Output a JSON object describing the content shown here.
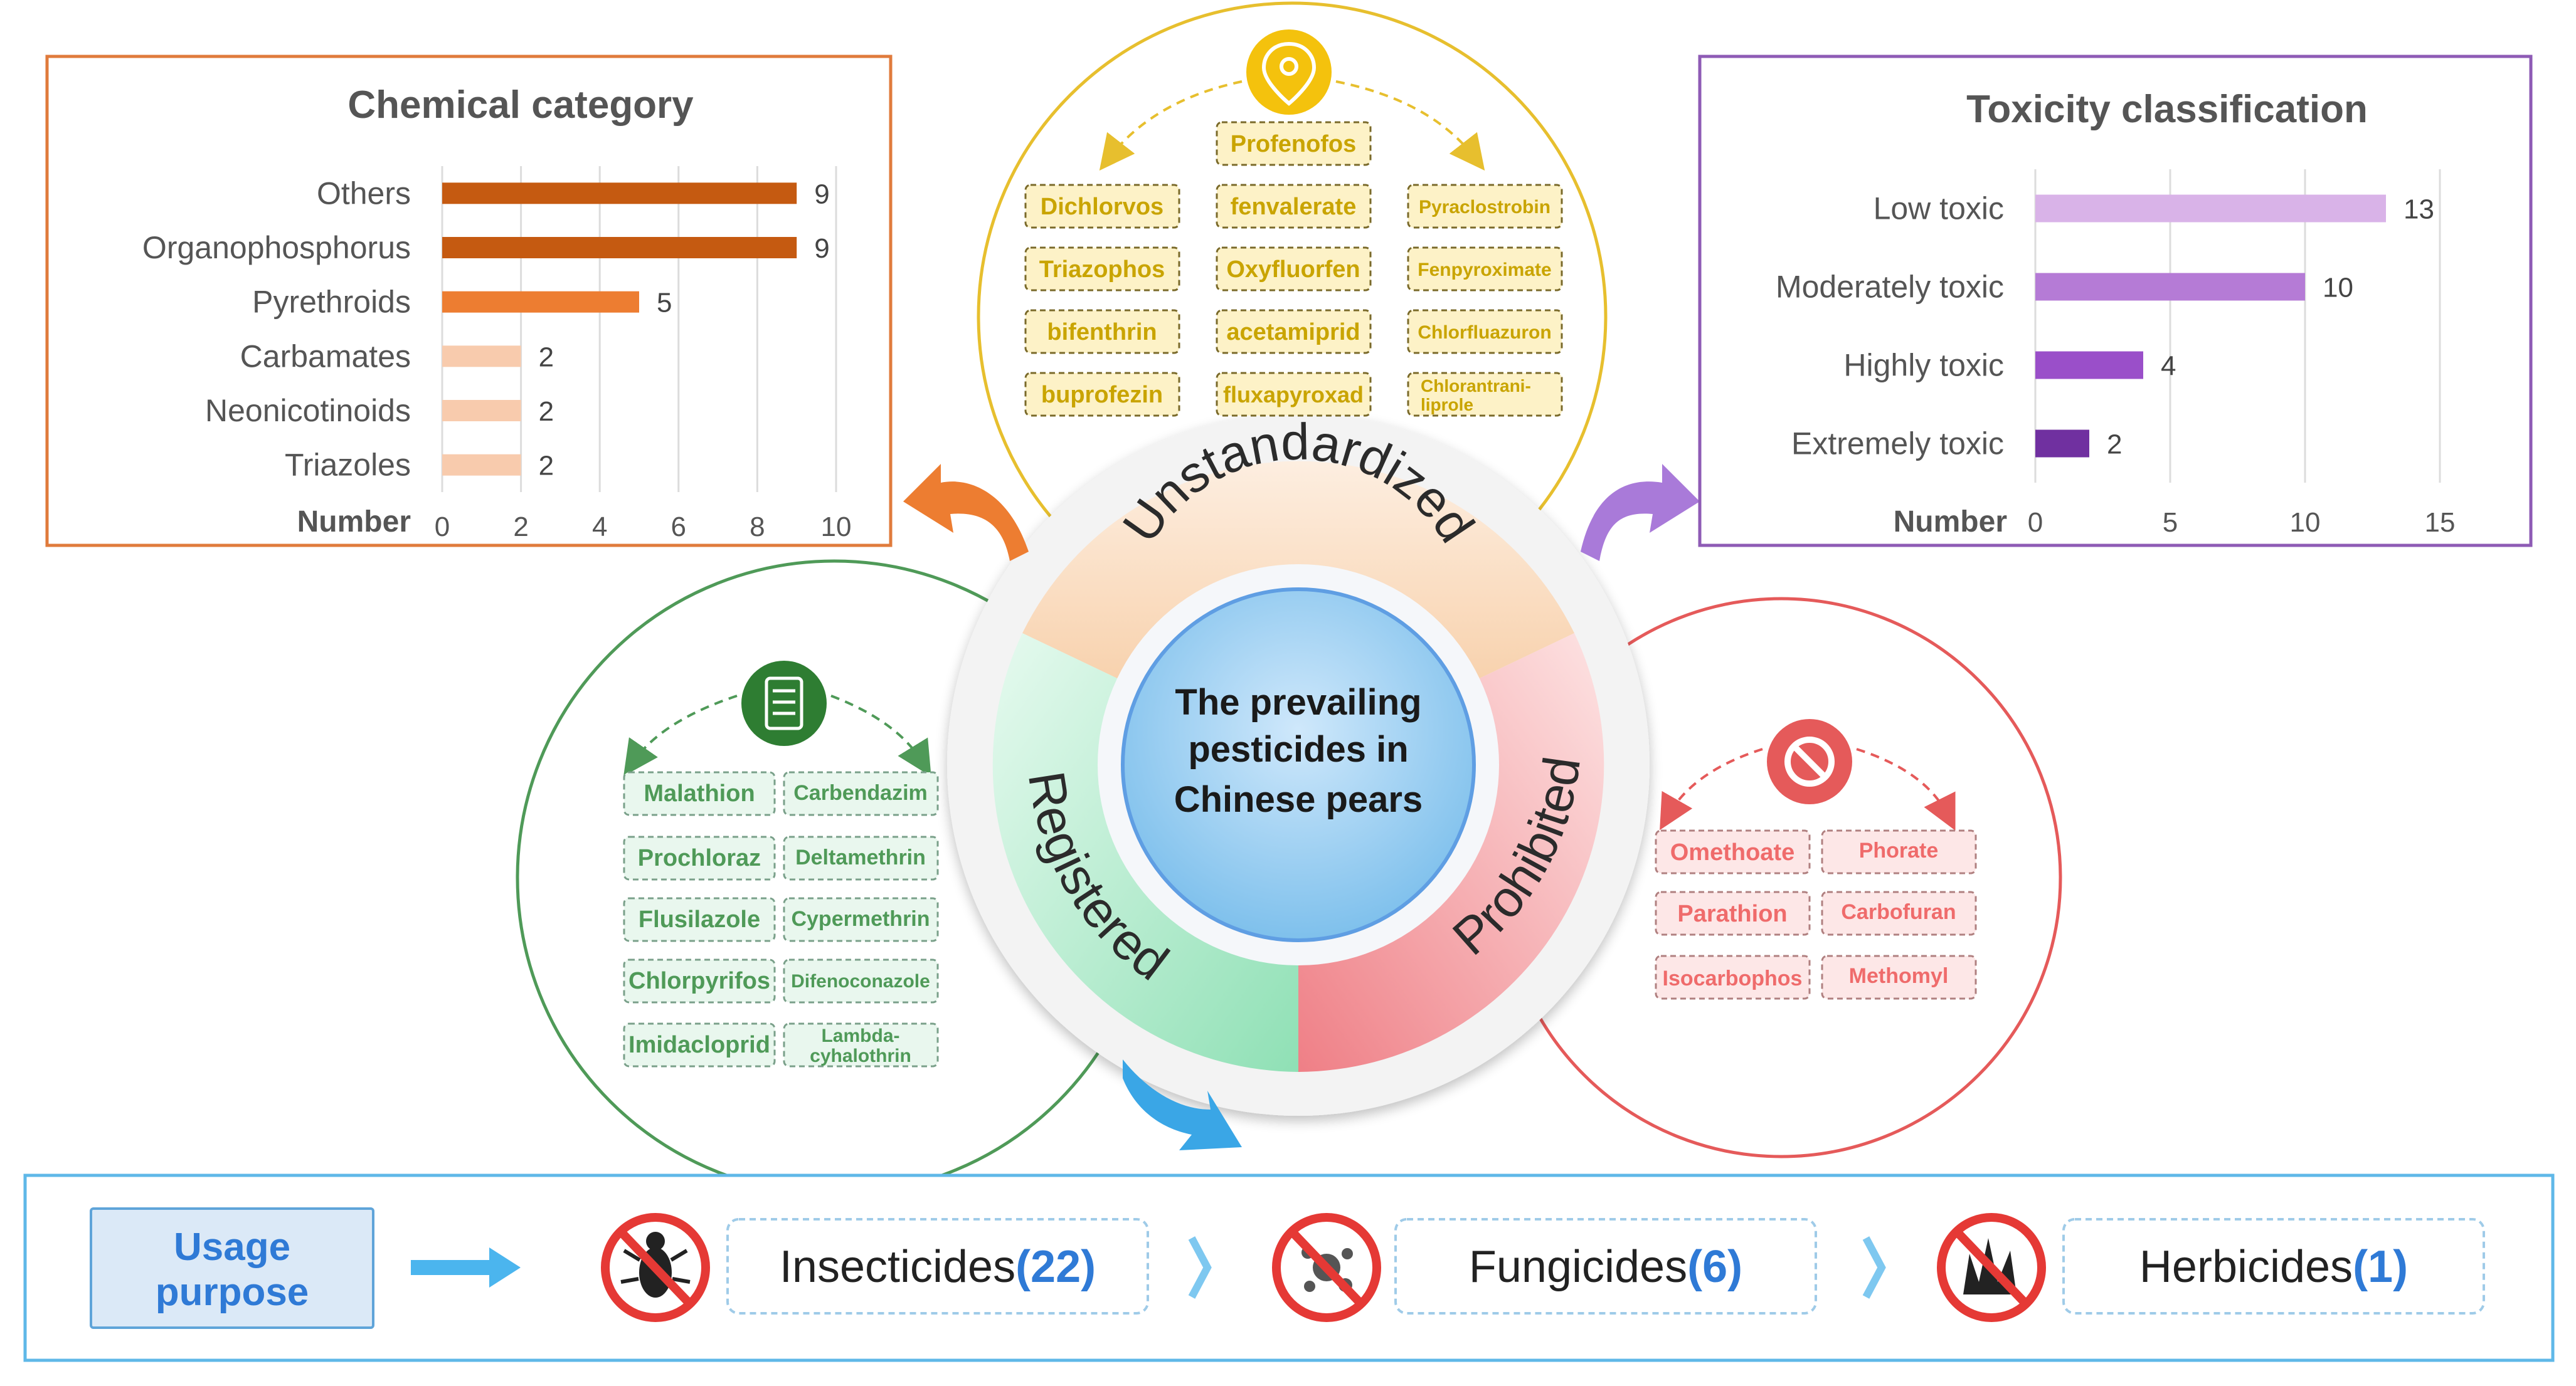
{
  "center": {
    "line1": "The prevailing",
    "line2": "pesticides in",
    "line3": "Chinese pears"
  },
  "ring": {
    "top": "Unstandardized",
    "left": "Registered",
    "right": "Prohibited"
  },
  "unstandardized": {
    "items": [
      "Profenofos",
      "Dichlorvos",
      "fenvalerate",
      "Pyraclostrobin",
      "Triazophos",
      "Oxyfluorfen",
      "Fenpyroximate",
      "bifenthrin",
      "acetamiprid",
      "Chlorfluazuron",
      "buprofezin",
      "fluxapyroxad",
      "Chlorantrani-",
      "liprole"
    ]
  },
  "registered": {
    "items": [
      "Malathion",
      "Carbendazim",
      "Prochloraz",
      "Deltamethrin",
      "Flusilazole",
      "Cypermethrin",
      "Chlorpyrifos",
      "Difenoconazole",
      "Imidacloprid",
      "Lambda-",
      "cyhalothrin"
    ]
  },
  "prohibited": {
    "items": [
      "Omethoate",
      "Phorate",
      "Parathion",
      "Carbofuran",
      "Isocarbophos",
      "Methomyl"
    ]
  },
  "chart_data": [
    {
      "type": "bar",
      "orientation": "horizontal",
      "title": "Chemical category",
      "categories": [
        "Others",
        "Organophosphorus",
        "Pyrethroids",
        "Carbamates",
        "Neonicotinoids",
        "Triazoles"
      ],
      "values": [
        9,
        9,
        5,
        2,
        2,
        2
      ],
      "xlabel": "Number",
      "xlim": [
        0,
        10
      ],
      "xticks": [
        0,
        2,
        4,
        6,
        8,
        10
      ],
      "colors": [
        "#c55a11",
        "#c55a11",
        "#ed7d31",
        "#f8cbad",
        "#f8cbad",
        "#f8cbad"
      ],
      "grid": true,
      "frame_color": "#e07b3c"
    },
    {
      "type": "bar",
      "orientation": "horizontal",
      "title": "Toxicity classification",
      "categories": [
        "Low toxic",
        "Moderately toxic",
        "Highly toxic",
        "Extremely toxic"
      ],
      "values": [
        13,
        10,
        4,
        2
      ],
      "xlabel": "Number",
      "xlim": [
        0,
        15
      ],
      "xticks": [
        0,
        5,
        10,
        15
      ],
      "colors": [
        "#d9b3e8",
        "#b57bd6",
        "#9a4fc9",
        "#7030a0"
      ],
      "grid": true,
      "frame_color": "#8e5bb5"
    }
  ],
  "usage": {
    "title_line1": "Usage",
    "title_line2": "purpose",
    "items": [
      {
        "label": "Insecticides",
        "count": "(22)",
        "icon": "no-insect-icon"
      },
      {
        "label": "Fungicides",
        "count": "(6)",
        "icon": "no-fungus-icon"
      },
      {
        "label": "Herbicides",
        "count": "(1)",
        "icon": "no-weed-icon"
      }
    ]
  },
  "colors": {
    "orange": "#e8833a",
    "purple": "#9b6fd0",
    "green": "#4f9a58",
    "red": "#e55a5a",
    "yellow": "#e7bf2e",
    "blue": "#3aa6e6"
  }
}
